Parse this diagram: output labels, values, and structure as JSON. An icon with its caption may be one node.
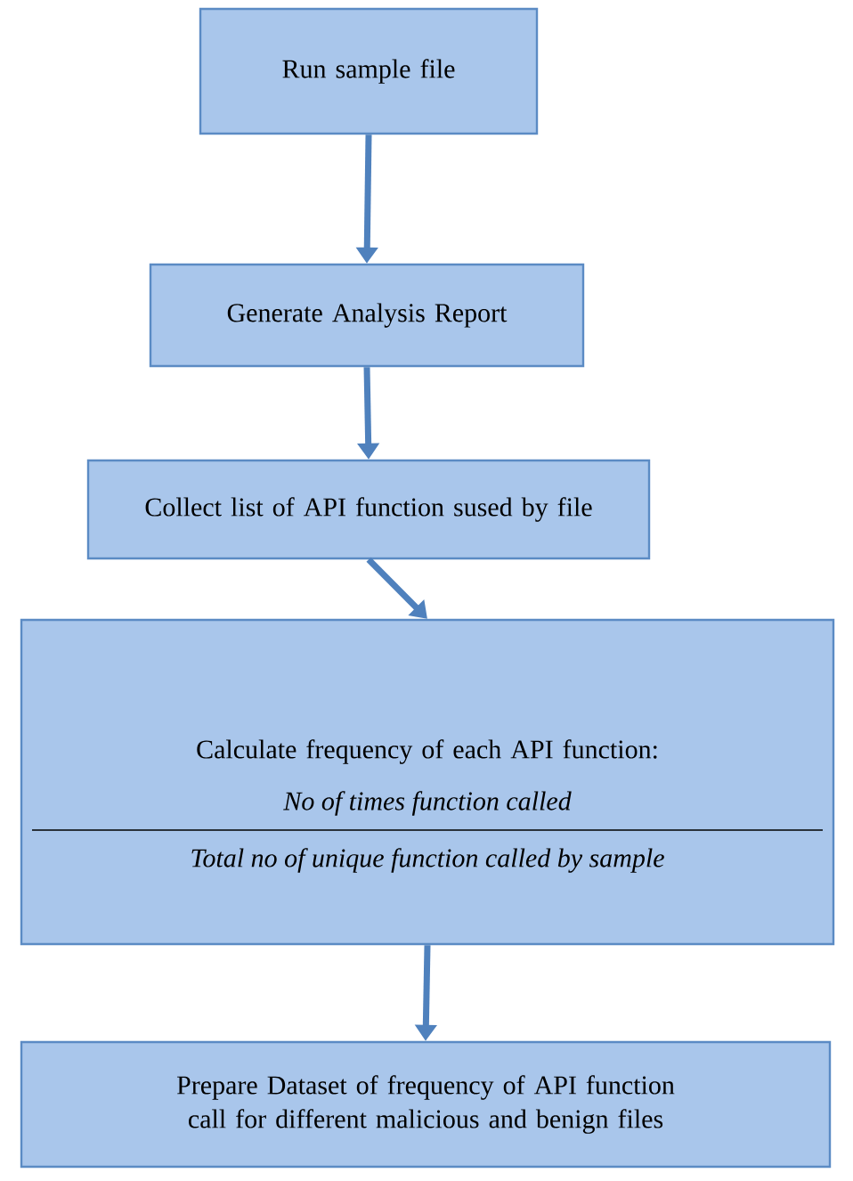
{
  "diagram": {
    "nodes": [
      {
        "text": [
          "Run sample file"
        ]
      },
      {
        "text": [
          "Generate Analysis Report"
        ]
      },
      {
        "text": [
          "Collect list of API function sused by file"
        ]
      },
      {
        "text": [
          "Calculate frequency of each API function:",
          "No of times function called",
          "Total no of unique function called by sample"
        ]
      },
      {
        "text": [
          "Prepare Dataset of frequency of API function call for different malicious and benign files"
        ]
      }
    ],
    "edges": [
      {
        "from": 0,
        "to": 1,
        "arrow": "to"
      },
      {
        "from": 1,
        "to": 2,
        "arrow": "to"
      },
      {
        "from": 2,
        "to": 3,
        "arrow": "to"
      },
      {
        "from": 3,
        "to": 4,
        "arrow": "to"
      }
    ]
  }
}
